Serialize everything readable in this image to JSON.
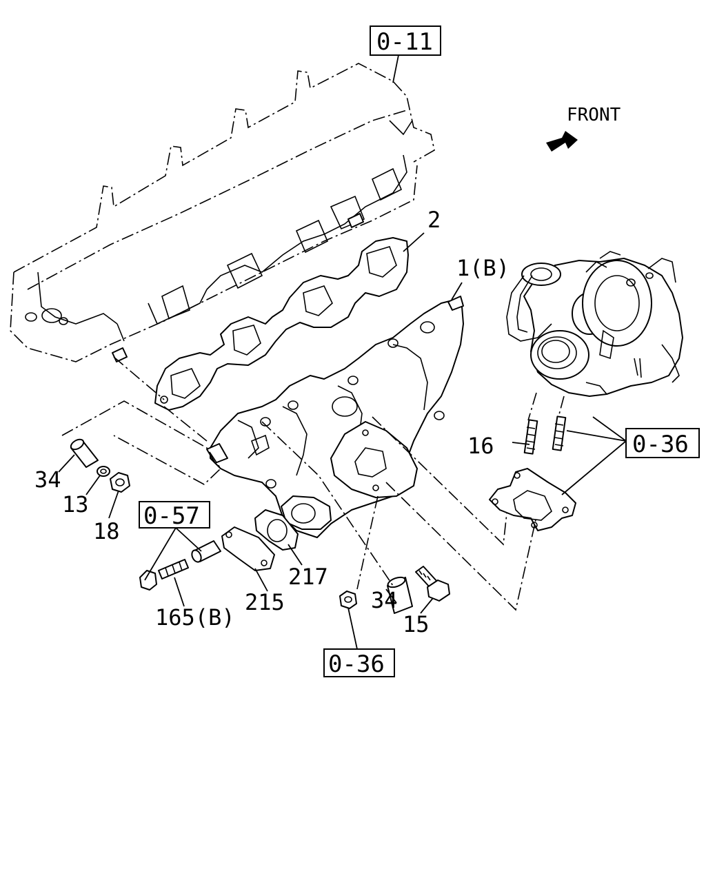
{
  "direction": {
    "label": "FRONT"
  },
  "refs": {
    "r011": "0-11",
    "r036a": "0-36",
    "r036b": "0-36",
    "r057": "0-57"
  },
  "parts": {
    "p2": "2",
    "p1b": "1(B)",
    "p16": "16",
    "p34a": "34",
    "p13": "13",
    "p18": "18",
    "p165b": "165(B)",
    "p215": "215",
    "p217": "217",
    "p34b": "34",
    "p15": "15"
  }
}
